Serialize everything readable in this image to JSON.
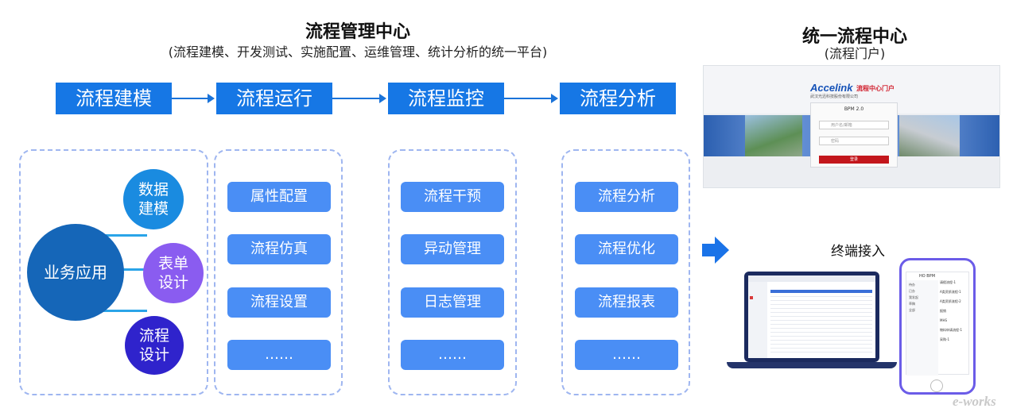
{
  "left_header": {
    "title": "流程管理中心",
    "subtitle": "(流程建模、开发测试、实施配置、运维管理、统计分析的统一平台)"
  },
  "right_header": {
    "title": "统一流程中心",
    "subtitle": "(流程门户)"
  },
  "stages": [
    "流程建模",
    "流程运行",
    "流程监控",
    "流程分析"
  ],
  "modeling": {
    "center": "业务应用",
    "satellites": [
      {
        "label": "数据\n建模",
        "color": "#1a8be0"
      },
      {
        "label": "表单\n设计",
        "color": "#8a5cf0"
      },
      {
        "label": "流程\n设计",
        "color": "#2f23cc"
      }
    ]
  },
  "columns": [
    {
      "items": [
        "属性配置",
        "流程仿真",
        "流程设置",
        "……"
      ]
    },
    {
      "items": [
        "流程干预",
        "异动管理",
        "日志管理",
        "……"
      ]
    },
    {
      "items": [
        "流程分析",
        "流程优化",
        "流程报表",
        "……"
      ]
    }
  ],
  "portal": {
    "logo": "Accelink",
    "logo_caption": "武汉光迅科技股份有限公司",
    "portal_name": "流程中心门户",
    "login_title": "BPM 2.0",
    "username_placeholder": "用户名/邮箱",
    "password_placeholder": "密码",
    "login_button": "登录"
  },
  "terminal_label": "终端接入",
  "phone": {
    "header": "HO BPM",
    "menu": [
      "待办",
      "已办",
      "我发起",
      "草稿",
      "全部"
    ],
    "list_titles": [
      "请假流程-1",
      "A类资质流程-1",
      "A类资质流程-2",
      "报销",
      "MHS",
      "物料申请流程-1",
      "采购-1"
    ]
  },
  "watermark": "e-works",
  "colors": {
    "stage_blue": "#1677e5",
    "item_blue": "#4a8ef5",
    "panel_border": "#9fb6f0",
    "center_circle": "#1566b8"
  }
}
